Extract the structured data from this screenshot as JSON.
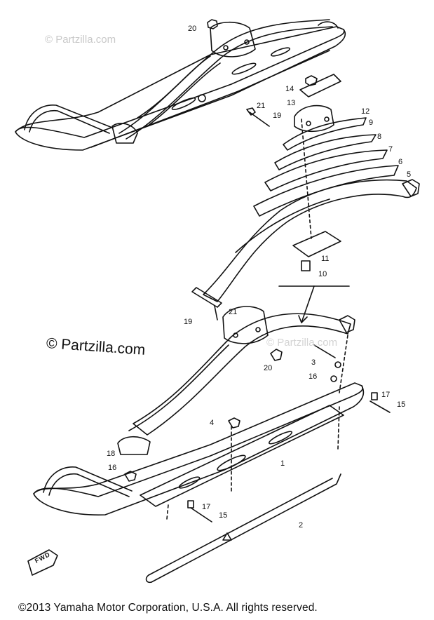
{
  "watermarks": {
    "top": "© Partzilla.com",
    "middle": "© Partzilla.com",
    "ghost": "© Partzilla.com"
  },
  "copyright": "©2013  Yamaha Motor Corporation, U.S.A. All rights reserved.",
  "fwd_label": "FWD",
  "callouts": [
    "20",
    "14",
    "13",
    "21",
    "19",
    "12",
    "9",
    "8",
    "7",
    "6",
    "5",
    "11",
    "10",
    "21",
    "19",
    "20",
    "3",
    "16",
    "17",
    "15",
    "4",
    "1",
    "18",
    "16",
    "17",
    "15",
    "2"
  ],
  "colors": {
    "ink": "#111111",
    "watermark": "#c9c9c9"
  }
}
